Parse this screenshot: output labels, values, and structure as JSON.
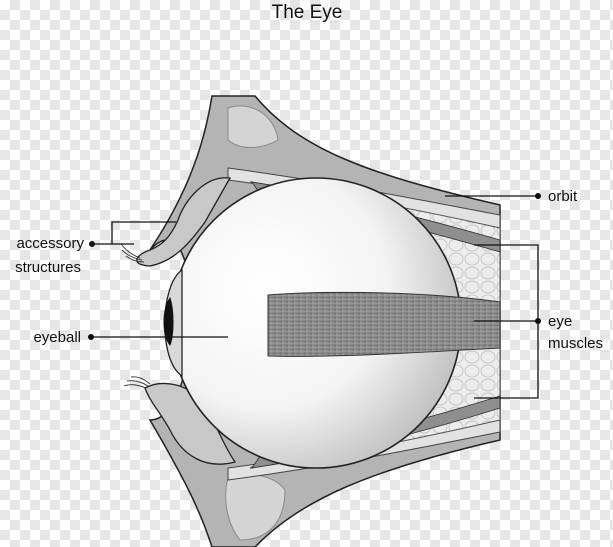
{
  "title": "The Eye",
  "labels": {
    "orbit": "orbit",
    "accessory_line1": "accessory",
    "accessory_line2": "structures",
    "eyeball": "eyeball",
    "eye_muscles_line1": "eye",
    "eye_muscles_line2": "muscles"
  },
  "colors": {
    "bone": "#b4b4b4",
    "bone_inner": "#d2d2d2",
    "eyelid": "#c8c8c8",
    "muscle": "#8f8f8f",
    "fat": "#e8e8e8",
    "outline": "#222222"
  }
}
